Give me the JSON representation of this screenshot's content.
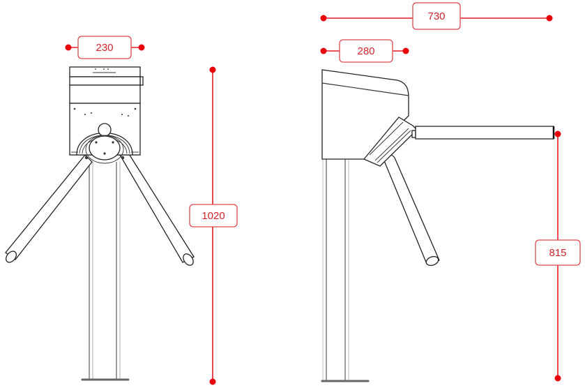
{
  "diagram": {
    "subject": "Tripod turnstile dimension drawing",
    "units_implied": "mm",
    "views": [
      {
        "name": "front-view"
      },
      {
        "name": "side-view"
      }
    ],
    "dimensions": {
      "front_head_width": "230",
      "front_total_height": "1020",
      "side_total_depth": "730",
      "side_head_depth": "280",
      "side_arm_height": "815"
    },
    "colors": {
      "dimension_red": "#e31b23",
      "dimension_text": "#d4232b",
      "drawing_line": "#222222",
      "post_line": "#666666"
    }
  }
}
